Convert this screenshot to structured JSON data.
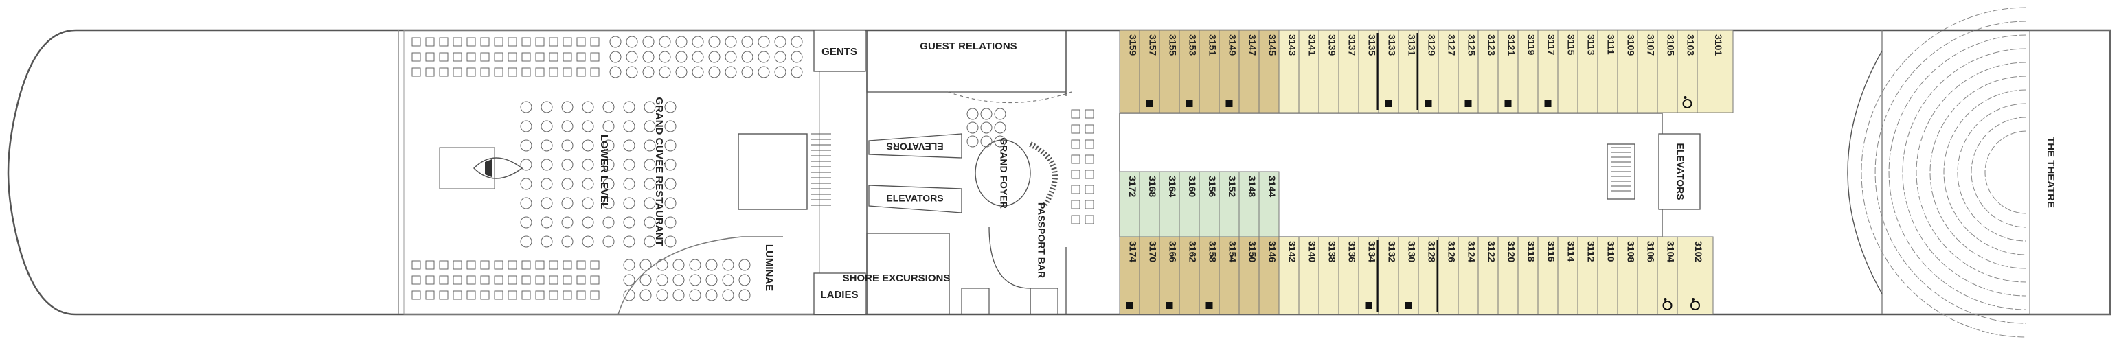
{
  "labels": {
    "gents": "GENTS",
    "ladies": "LADIES",
    "guest_relations": "GUEST RELATIONS",
    "elevators": "ELEVATORS",
    "grand_foyer": "GRAND FOYER",
    "passport_bar": "PASSPORT BAR",
    "shore_excursions": "SHORE EXCURSIONS",
    "grand_cuvee": "GRAND CUVÉE RESTAURANT",
    "lower_level": "LOWER LEVEL",
    "luminae": "LUMINAE",
    "theatre": "THE THEATRE"
  },
  "colors": {
    "hull_stroke": "#555555",
    "line": "#666666",
    "concierge": "#d9c690",
    "veranda": "#f4efc6",
    "inside": "#d7e8d0",
    "text": "#222222"
  },
  "cabins_top": [
    {
      "num": "3159",
      "cat": "concierge",
      "sym": ""
    },
    {
      "num": "3157",
      "cat": "concierge",
      "sym": "sofa"
    },
    {
      "num": "3155",
      "cat": "concierge",
      "sym": ""
    },
    {
      "num": "3153",
      "cat": "concierge",
      "sym": "sofa"
    },
    {
      "num": "3151",
      "cat": "concierge",
      "sym": ""
    },
    {
      "num": "3149",
      "cat": "concierge",
      "sym": "sofa"
    },
    {
      "num": "3147",
      "cat": "concierge",
      "sym": ""
    },
    {
      "num": "3145",
      "cat": "concierge",
      "sym": ""
    },
    {
      "num": "3143",
      "cat": "veranda",
      "sym": ""
    },
    {
      "num": "3141",
      "cat": "veranda",
      "sym": ""
    },
    {
      "num": "3139",
      "cat": "veranda",
      "sym": ""
    },
    {
      "num": "3137",
      "cat": "veranda",
      "sym": ""
    },
    {
      "num": "3135",
      "cat": "veranda",
      "sym": "",
      "conn": true
    },
    {
      "num": "3133",
      "cat": "veranda",
      "sym": "sofa"
    },
    {
      "num": "3131",
      "cat": "veranda",
      "sym": "",
      "conn": true
    },
    {
      "num": "3129",
      "cat": "veranda",
      "sym": "sofa"
    },
    {
      "num": "3127",
      "cat": "veranda",
      "sym": ""
    },
    {
      "num": "3125",
      "cat": "veranda",
      "sym": "sofa"
    },
    {
      "num": "3123",
      "cat": "veranda",
      "sym": ""
    },
    {
      "num": "3121",
      "cat": "veranda",
      "sym": "sofa"
    },
    {
      "num": "3119",
      "cat": "veranda",
      "sym": ""
    },
    {
      "num": "3117",
      "cat": "veranda",
      "sym": "sofa"
    },
    {
      "num": "3115",
      "cat": "veranda",
      "sym": ""
    },
    {
      "num": "3113",
      "cat": "veranda",
      "sym": ""
    },
    {
      "num": "3111",
      "cat": "veranda",
      "sym": ""
    },
    {
      "num": "3109",
      "cat": "veranda",
      "sym": ""
    },
    {
      "num": "3107",
      "cat": "veranda",
      "sym": ""
    },
    {
      "num": "3105",
      "cat": "veranda",
      "sym": ""
    },
    {
      "num": "3103",
      "cat": "veranda",
      "sym": "accessible"
    },
    {
      "num": "3101",
      "cat": "veranda",
      "sym": "",
      "wide": true
    }
  ],
  "cabins_bottom": [
    {
      "num": "3174",
      "cat": "concierge",
      "sym": "sofa"
    },
    {
      "num": "3170",
      "cat": "concierge",
      "sym": ""
    },
    {
      "num": "3166",
      "cat": "concierge",
      "sym": "sofa"
    },
    {
      "num": "3162",
      "cat": "concierge",
      "sym": ""
    },
    {
      "num": "3158",
      "cat": "concierge",
      "sym": "sofa"
    },
    {
      "num": "3154",
      "cat": "concierge",
      "sym": ""
    },
    {
      "num": "3150",
      "cat": "concierge",
      "sym": ""
    },
    {
      "num": "3146",
      "cat": "concierge",
      "sym": ""
    },
    {
      "num": "3142",
      "cat": "veranda",
      "sym": ""
    },
    {
      "num": "3140",
      "cat": "veranda",
      "sym": ""
    },
    {
      "num": "3138",
      "cat": "veranda",
      "sym": ""
    },
    {
      "num": "3136",
      "cat": "veranda",
      "sym": ""
    },
    {
      "num": "3134",
      "cat": "veranda",
      "sym": "sofa",
      "conn": true
    },
    {
      "num": "3132",
      "cat": "veranda",
      "sym": ""
    },
    {
      "num": "3130",
      "cat": "veranda",
      "sym": "sofa"
    },
    {
      "num": "3128",
      "cat": "veranda",
      "sym": "",
      "conn": true
    },
    {
      "num": "3126",
      "cat": "veranda",
      "sym": ""
    },
    {
      "num": "3124",
      "cat": "veranda",
      "sym": ""
    },
    {
      "num": "3122",
      "cat": "veranda",
      "sym": ""
    },
    {
      "num": "3120",
      "cat": "veranda",
      "sym": ""
    },
    {
      "num": "3118",
      "cat": "veranda",
      "sym": ""
    },
    {
      "num": "3116",
      "cat": "veranda",
      "sym": ""
    },
    {
      "num": "3114",
      "cat": "veranda",
      "sym": ""
    },
    {
      "num": "3112",
      "cat": "veranda",
      "sym": ""
    },
    {
      "num": "3110",
      "cat": "veranda",
      "sym": ""
    },
    {
      "num": "3108",
      "cat": "veranda",
      "sym": ""
    },
    {
      "num": "3106",
      "cat": "veranda",
      "sym": ""
    },
    {
      "num": "3104",
      "cat": "veranda",
      "sym": "accessible"
    },
    {
      "num": "3102",
      "cat": "veranda",
      "sym": "accessible",
      "wide": true
    }
  ],
  "cabins_inside": [
    {
      "num": "3172",
      "cat": "inside"
    },
    {
      "num": "3168",
      "cat": "inside"
    },
    {
      "num": "3164",
      "cat": "inside"
    },
    {
      "num": "3160",
      "cat": "inside"
    },
    {
      "num": "3156",
      "cat": "inside"
    },
    {
      "num": "3152",
      "cat": "inside"
    },
    {
      "num": "3148",
      "cat": "inside"
    },
    {
      "num": "3144",
      "cat": "inside"
    }
  ]
}
